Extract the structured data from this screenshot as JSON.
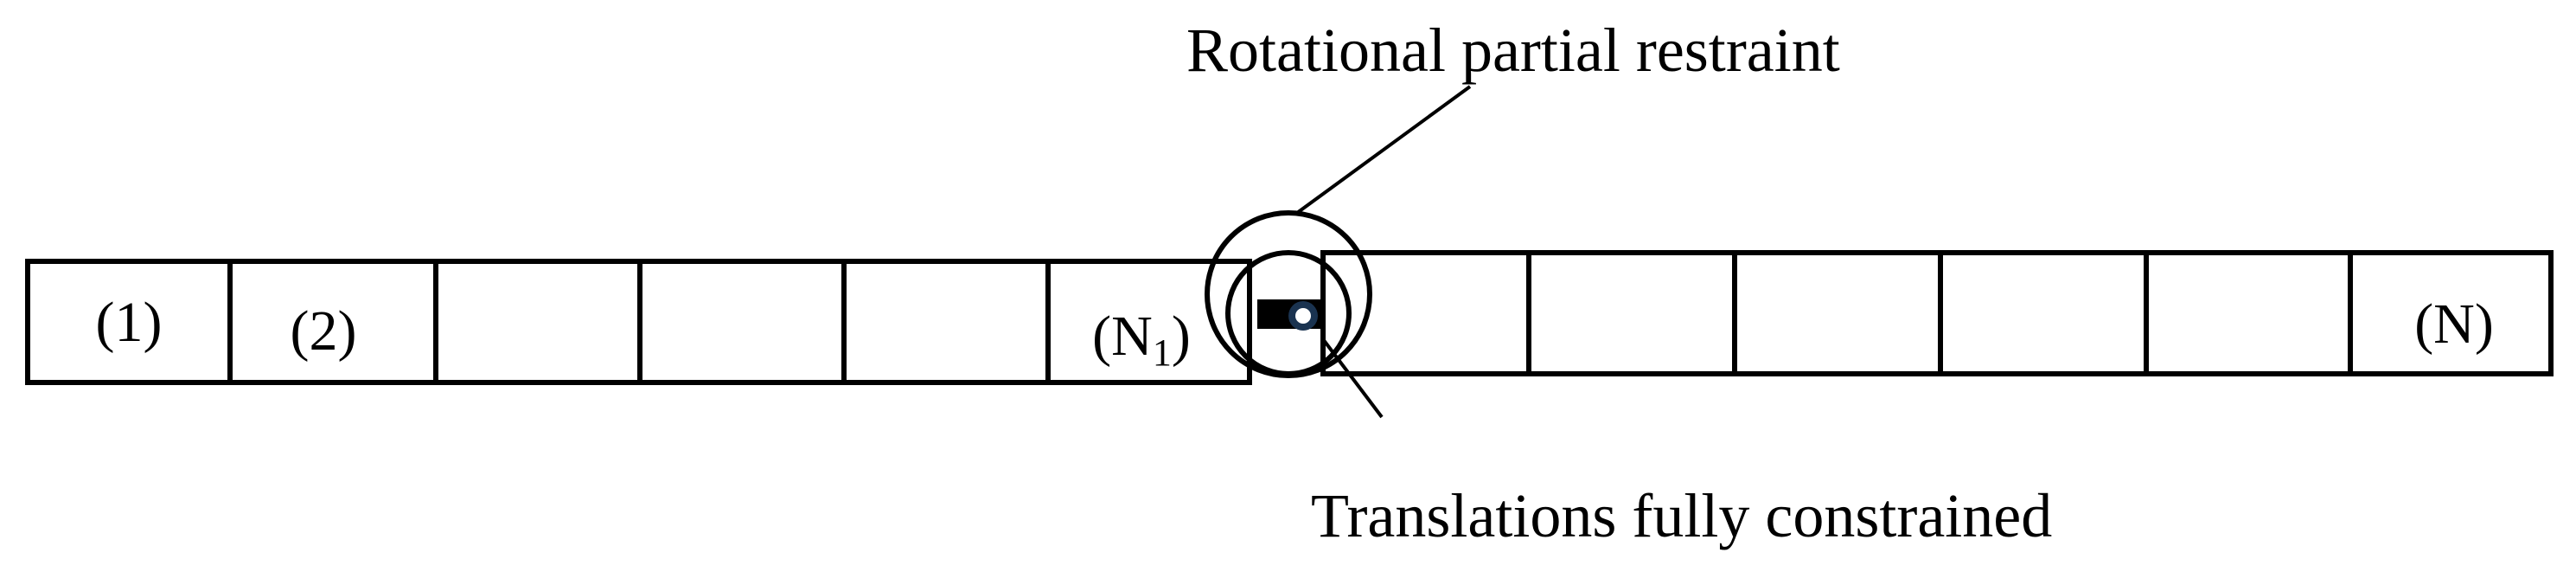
{
  "diagram": {
    "left_beam_cells": [
      "(1)",
      "(2)",
      "",
      "",
      "",
      "(N1)"
    ],
    "right_beam_cells": [
      "",
      "",
      "",
      "",
      "",
      "(N)"
    ],
    "n1_label": {
      "base": "(N",
      "subscript": "1",
      "close": ")"
    },
    "annotation_top": "Rotational partial restraint",
    "annotation_bottom": "Translations fully constrained",
    "colors": {
      "line": "#000000",
      "pin": "#1a3350",
      "pin_hole": "#ffffff"
    }
  }
}
